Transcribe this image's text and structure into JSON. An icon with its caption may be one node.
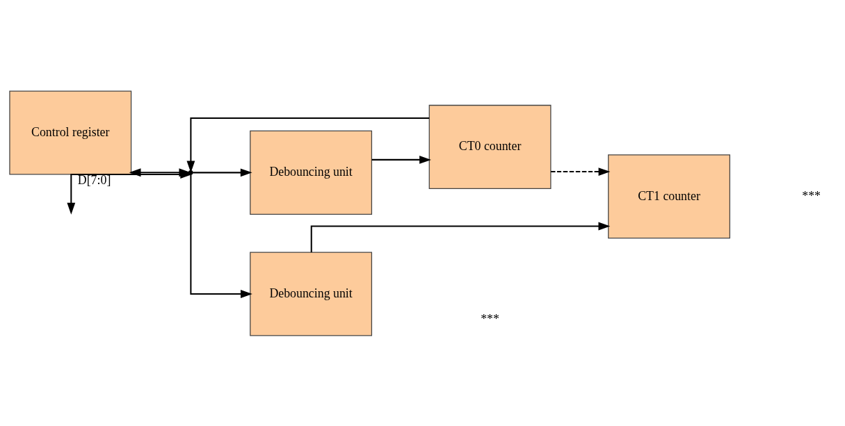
{
  "diagram": {
    "nodes": [
      {
        "text": [
          "Control register"
        ]
      },
      {
        "text": [
          "Debouncing unit"
        ]
      },
      {
        "text": [
          "CT0 counter"
        ]
      },
      {
        "text": [
          "Debouncing unit"
        ]
      },
      {
        "text": [
          "CT1 counter"
        ]
      },
      {
        "text": [],
        "shape": "point"
      }
    ],
    "edges": [
      {
        "from": null,
        "to": 5,
        "arrow": "both",
        "label": "D[7:0]"
      },
      {
        "from": 0,
        "to": 5,
        "arrow": "both"
      },
      {
        "from": 5,
        "to": 1,
        "arrow": "to"
      },
      {
        "from": 5,
        "to": 3,
        "arrow": "to"
      },
      {
        "from": 1,
        "to": 2,
        "arrow": "to"
      },
      {
        "from": 3,
        "to": 4,
        "arrow": "to"
      },
      {
        "from": 2,
        "to": 5,
        "arrow": "to"
      },
      {
        "from": 2,
        "to": 4,
        "arrow": "to",
        "style": "dashed"
      }
    ],
    "labels": [
      "***",
      "***"
    ]
  }
}
